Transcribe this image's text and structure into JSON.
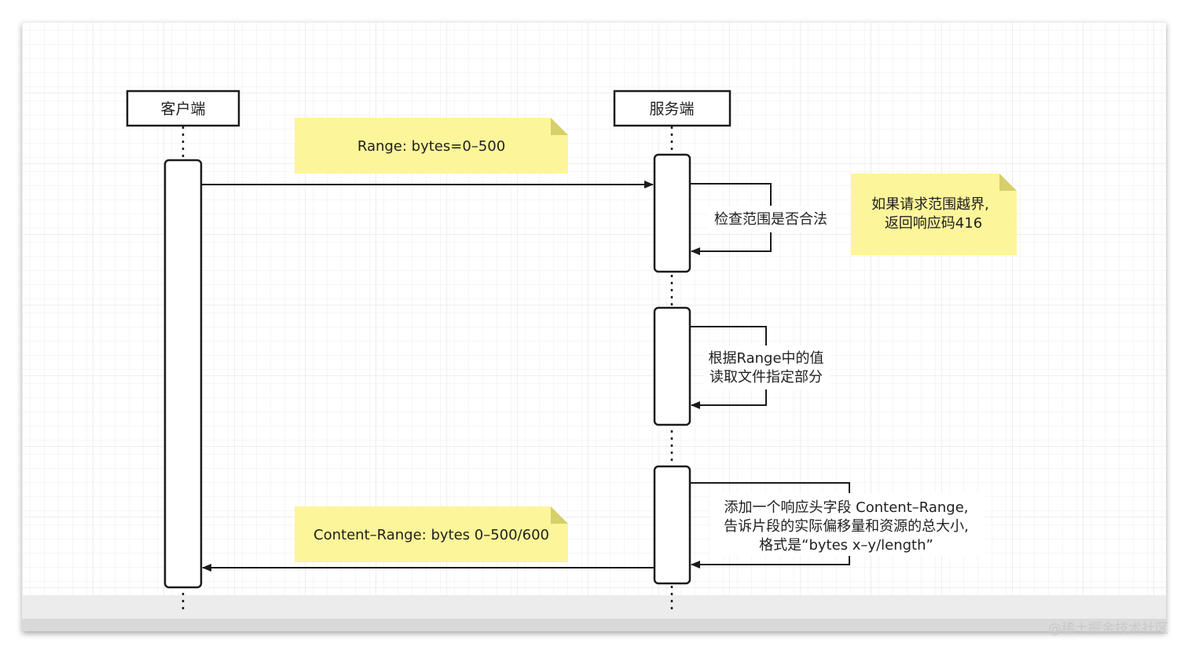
{
  "actors": {
    "client": "客户端",
    "server": "服务端"
  },
  "notes": {
    "request": "Range: bytes=0–500",
    "error_line1": "如果请求范围越界,",
    "error_line2": "返回响应码416",
    "response": "Content–Range: bytes 0–500/600"
  },
  "self_messages": {
    "validate": "检查范围是否合法",
    "read_line1": "根据Range中的值",
    "read_line2": "读取文件指定部分",
    "header_line1": "添加一个响应头字段 Content–Range,",
    "header_line2": "告诉片段的实际偏移量和资源的总大小,",
    "header_line3": "格式是“bytes x–y/length”"
  },
  "watermark": "@稀土掘金技术社区",
  "colors": {
    "note_fill": "#fcf59a",
    "stroke": "#1b1b1b",
    "grid_minor": "#ececec",
    "grid_major": "#dedede"
  }
}
